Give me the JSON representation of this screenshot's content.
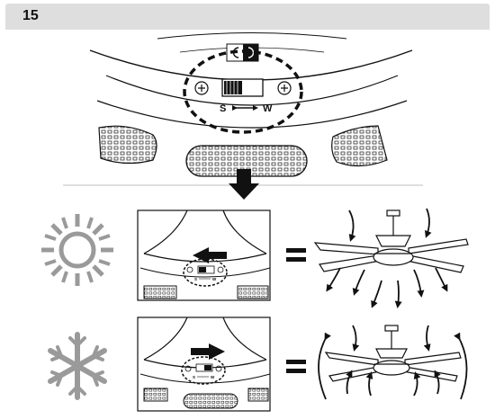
{
  "step": {
    "number": "15"
  },
  "switch": {
    "left_label": "S",
    "right_label": "W"
  },
  "rows": [
    {
      "season": "summer",
      "icon": "sun-icon",
      "switch_position": "left",
      "airflow": "downward"
    },
    {
      "season": "winter",
      "icon": "snowflake-icon",
      "switch_position": "right",
      "airflow": "upward"
    }
  ],
  "colors": {
    "ink": "#111111",
    "season_icon": "#9a9a9a",
    "header_bar": "#dedede"
  }
}
